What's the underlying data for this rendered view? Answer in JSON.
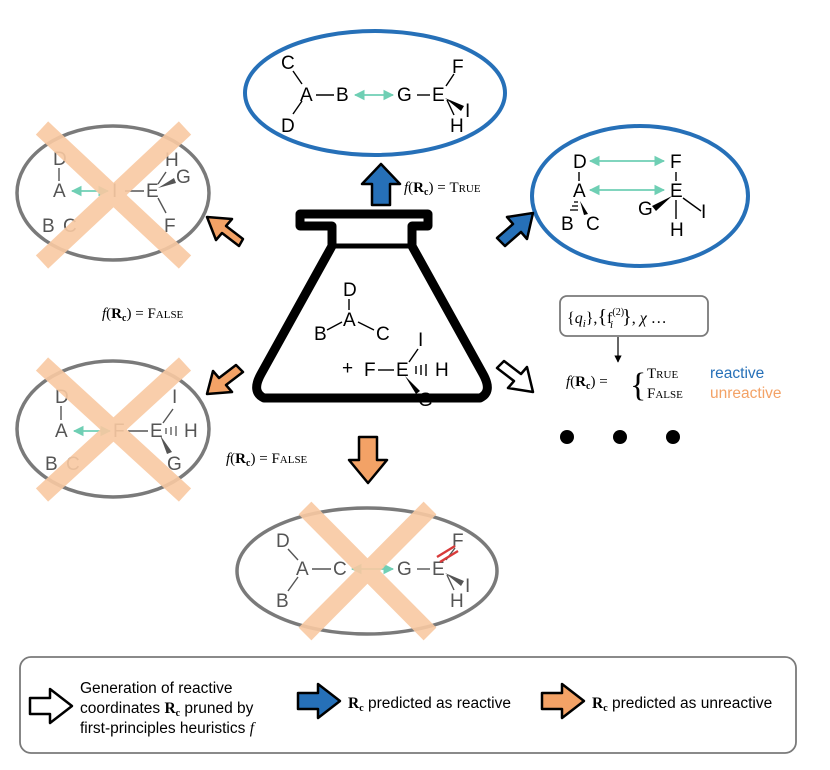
{
  "colors": {
    "reactive_blue": "#2670b8",
    "unreactive_orange": "#f3a266",
    "cross_orange": "#f9c9a2",
    "teal_arrow": "#6fcfb4",
    "grey_outline": "#7a7a7a",
    "double_bond_red": "#d83a3a"
  },
  "flask": {
    "reactant1_atoms": [
      "D",
      "A",
      "B",
      "C"
    ],
    "reactant2_atoms": [
      "I",
      "F",
      "E",
      "H",
      "G"
    ],
    "plus": "+"
  },
  "conformations": [
    {
      "id": "top",
      "status": "reactive",
      "atoms": [
        "C",
        "A",
        "B",
        "D",
        "G",
        "E",
        "F",
        "I",
        "H"
      ]
    },
    {
      "id": "right",
      "status": "reactive",
      "atoms": [
        "D",
        "F",
        "A",
        "E",
        "G",
        "I",
        "B",
        "C",
        "H"
      ]
    },
    {
      "id": "upper-left",
      "status": "unreactive",
      "atoms": [
        "D",
        "H",
        "A",
        "I",
        "E",
        "G",
        "B",
        "C",
        "F"
      ]
    },
    {
      "id": "lower-left",
      "status": "unreactive",
      "atoms": [
        "D",
        "I",
        "A",
        "F",
        "E",
        "H",
        "B",
        "C",
        "G"
      ]
    },
    {
      "id": "bottom",
      "status": "unreactive",
      "atoms": [
        "D",
        "F",
        "A",
        "C",
        "G",
        "E",
        "I",
        "B",
        "H"
      ]
    }
  ],
  "labels": {
    "f_true": {
      "func": "f",
      "arg": "R",
      "sub": "c",
      "eq": "=",
      "value": "True"
    },
    "f_false_left": {
      "func": "f",
      "arg": "R",
      "sub": "c",
      "eq": "=",
      "value": "False"
    },
    "f_false_bottom": {
      "func": "f",
      "arg": "R",
      "sub": "c",
      "eq": "=",
      "value": "False"
    }
  },
  "heuristics_box": {
    "q": "q",
    "q_sub": "i",
    "fsym": "f",
    "fsup": "(2)",
    "fsub": "i",
    "chi": "χ",
    "ellipsis": "…"
  },
  "decision": {
    "func": "f",
    "arg": "R",
    "sub": "c",
    "eq": "=",
    "true_value": "True",
    "false_value": "False",
    "reactive_label": "reactive",
    "unreactive_label": "unreactive"
  },
  "legend": {
    "item1_line1": "Generation of reactive",
    "item1_line2": "coordinates",
    "item1_sym": "R",
    "item1_sym_sub": "c",
    "item1_line2_tail": "pruned by",
    "item1_line3": "first-principles heuristics",
    "item1_f": "f",
    "item2_sym": "R",
    "item2_sym_sub": "c",
    "item2_text": "predicted as reactive",
    "item3_sym": "R",
    "item3_sym_sub": "c",
    "item3_text": "predicted as unreactive"
  }
}
